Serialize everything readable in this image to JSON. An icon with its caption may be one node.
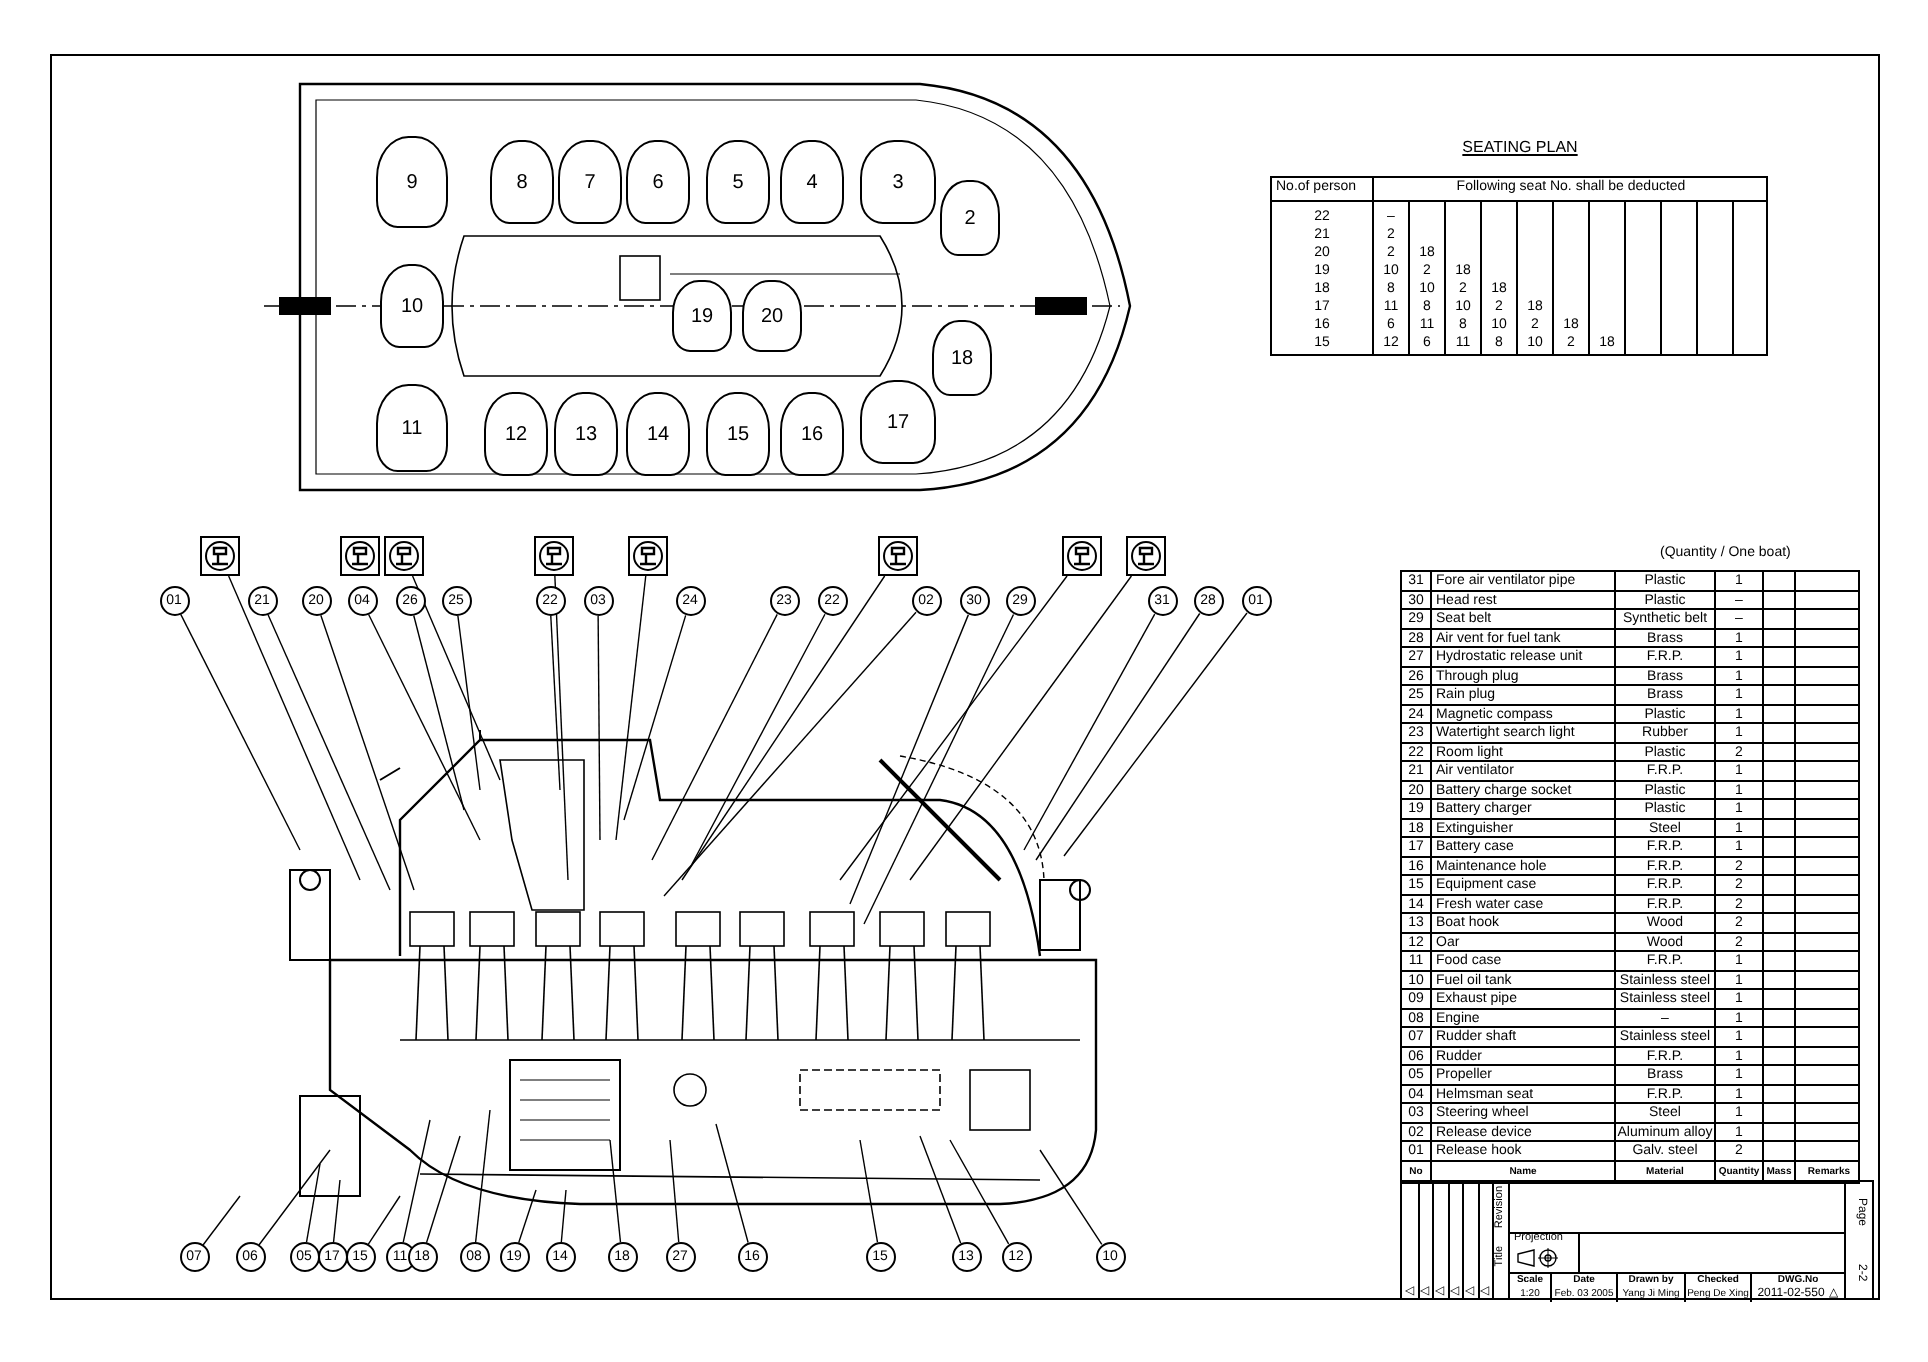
{
  "diagram": {
    "nodes": [
      {
        "text": [
          "9"
        ]
      },
      {
        "text": [
          "8"
        ]
      },
      {
        "text": [
          "7"
        ]
      },
      {
        "text": [
          "6"
        ]
      },
      {
        "text": [
          "5"
        ]
      },
      {
        "text": [
          "4"
        ]
      },
      {
        "text": [
          "3"
        ]
      },
      {
        "text": [
          "2"
        ]
      },
      {
        "text": [
          "10"
        ]
      },
      {
        "text": [
          "19"
        ]
      },
      {
        "text": [
          "20"
        ]
      },
      {
        "text": [
          "18"
        ]
      },
      {
        "text": [
          "11"
        ]
      },
      {
        "text": [
          "12"
        ]
      },
      {
        "text": [
          "13"
        ]
      },
      {
        "text": [
          "14"
        ]
      },
      {
        "text": [
          "15"
        ]
      },
      {
        "text": [
          "16"
        ]
      },
      {
        "text": [
          "17"
        ]
      },
      {
        "text": [],
        "shape": "picture"
      },
      {
        "text": [],
        "shape": "picture"
      },
      {
        "text": [],
        "shape": "picture"
      },
      {
        "text": [],
        "shape": "picture"
      },
      {
        "text": [],
        "shape": "picture"
      },
      {
        "text": [],
        "shape": "picture"
      },
      {
        "text": [],
        "shape": "picture"
      },
      {
        "text": [],
        "shape": "picture"
      },
      {
        "text": [
          "01"
        ]
      },
      {
        "text": [
          "21"
        ]
      },
      {
        "text": [
          "20"
        ]
      },
      {
        "text": [
          "04"
        ]
      },
      {
        "text": [
          "26"
        ]
      },
      {
        "text": [
          "25"
        ]
      },
      {
        "text": [
          "22"
        ]
      },
      {
        "text": [
          "03"
        ]
      },
      {
        "text": [
          "24"
        ]
      },
      {
        "text": [
          "23"
        ]
      },
      {
        "text": [
          "22"
        ]
      },
      {
        "text": [
          "02"
        ]
      },
      {
        "text": [
          "30"
        ]
      },
      {
        "text": [
          "29"
        ]
      },
      {
        "text": [
          "31"
        ]
      },
      {
        "text": [
          "28"
        ]
      },
      {
        "text": [
          "01"
        ]
      },
      {
        "text": [
          "07"
        ]
      },
      {
        "text": [
          "06"
        ]
      },
      {
        "text": [
          "05"
        ]
      },
      {
        "text": [
          "17"
        ]
      },
      {
        "text": [
          "15"
        ]
      },
      {
        "text": [
          "11"
        ]
      },
      {
        "text": [
          "18"
        ]
      },
      {
        "text": [
          "08"
        ]
      },
      {
        "text": [
          "19"
        ]
      },
      {
        "text": [
          "14"
        ]
      },
      {
        "text": [
          "18"
        ]
      },
      {
        "text": [
          "27"
        ]
      },
      {
        "text": [
          "16"
        ]
      },
      {
        "text": [
          "15"
        ]
      },
      {
        "text": [
          "13"
        ]
      },
      {
        "text": [
          "12"
        ]
      },
      {
        "text": [
          "10"
        ]
      }
    ],
    "edges": [
      {
        "from": 19,
        "to": null,
        "arrow": "none"
      },
      {
        "from": 21,
        "to": null,
        "arrow": "none"
      },
      {
        "from": 22,
        "to": null,
        "arrow": "none"
      },
      {
        "from": 23,
        "to": null,
        "arrow": "none"
      },
      {
        "from": 24,
        "to": null,
        "arrow": "none"
      },
      {
        "from": 25,
        "to": null,
        "arrow": "none"
      },
      {
        "from": 26,
        "to": null,
        "arrow": "none"
      },
      {
        "from": 27,
        "to": null,
        "arrow": "none"
      },
      {
        "from": 28,
        "to": null,
        "arrow": "none"
      },
      {
        "from": 29,
        "to": null,
        "arrow": "none"
      },
      {
        "from": 30,
        "to": null,
        "arrow": "none"
      },
      {
        "from": 31,
        "to": null,
        "arrow": "none"
      },
      {
        "from": 32,
        "to": null,
        "arrow": "none"
      },
      {
        "from": 33,
        "to": null,
        "arrow": "none"
      },
      {
        "from": 34,
        "to": null,
        "arrow": "none"
      },
      {
        "from": 35,
        "to": null,
        "arrow": "none"
      },
      {
        "from": 36,
        "to": null,
        "arrow": "none"
      },
      {
        "from": 37,
        "to": null,
        "arrow": "none"
      },
      {
        "from": 38,
        "to": null,
        "arrow": "none"
      },
      {
        "from": 39,
        "to": null,
        "arrow": "none"
      },
      {
        "from": 40,
        "to": null,
        "arrow": "none"
      },
      {
        "from": 41,
        "to": null,
        "arrow": "none"
      },
      {
        "from": 42,
        "to": null,
        "arrow": "none"
      },
      {
        "from": 43,
        "to": null,
        "arrow": "none"
      },
      {
        "from": 44,
        "to": null,
        "arrow": "none"
      },
      {
        "from": 45,
        "to": null,
        "arrow": "none"
      },
      {
        "from": 46,
        "to": null,
        "arrow": "none"
      },
      {
        "from": 47,
        "to": null,
        "arrow": "none"
      },
      {
        "from": 48,
        "to": null,
        "arrow": "none"
      },
      {
        "from": 49,
        "to": null,
        "arrow": "none"
      },
      {
        "from": 50,
        "to": null,
        "arrow": "none"
      },
      {
        "from": 51,
        "to": null,
        "arrow": "none"
      },
      {
        "from": 52,
        "to": null,
        "arrow": "none"
      },
      {
        "from": 53,
        "to": null,
        "arrow": "none"
      },
      {
        "from": 54,
        "to": null,
        "arrow": "none"
      },
      {
        "from": 55,
        "to": null,
        "arrow": "none"
      },
      {
        "from": 56,
        "to": null,
        "arrow": "none"
      },
      {
        "from": 57,
        "to": null,
        "arrow": "none"
      },
      {
        "from": 58,
        "to": null,
        "arrow": "none"
      },
      {
        "from": 59,
        "to": null,
        "arrow": "none"
      },
      {
        "from": 60,
        "to": null,
        "arrow": "none"
      }
    ],
    "labels": [
      "SEATING PLAN",
      "No.of person",
      "Following seat No. shall be deducted",
      "22",
      "–",
      "21",
      "2",
      "20",
      "2",
      "18",
      "19",
      "10",
      "2",
      "18",
      "18",
      "8",
      "10",
      "2",
      "18",
      "17",
      "11",
      "8",
      "10",
      "2",
      "18",
      "16",
      "6",
      "11",
      "8",
      "10",
      "2",
      "18",
      "15",
      "12",
      "6",
      "11",
      "8",
      "10",
      "2",
      "18",
      "(Quantity / One boat)",
      "31",
      "Fore air ventilator pipe",
      "Plastic",
      "1",
      "30",
      "Head rest",
      "Plastic",
      "–",
      "29",
      "Seat belt",
      "Synthetic belt",
      "–",
      "28",
      "Air vent for fuel tank",
      "Brass",
      "1",
      "27",
      "Hydrostatic release unit",
      "F.R.P.",
      "1",
      "26",
      "Through plug",
      "Brass",
      "1",
      "25",
      "Rain plug",
      "Brass",
      "1",
      "24",
      "Magnetic compass",
      "Plastic",
      "1",
      "23",
      "Watertight search light",
      "Rubber",
      "1",
      "22",
      "Room light",
      "Plastic",
      "2",
      "21",
      "Air ventilator",
      "F.R.P.",
      "1",
      "20",
      "Battery charge socket",
      "Plastic",
      "1",
      "19",
      "Battery charger",
      "Plastic",
      "1",
      "18",
      "Extinguisher",
      "Steel",
      "1",
      "17",
      "Battery case",
      "F.R.P.",
      "1",
      "16",
      "Maintenance hole",
      "F.R.P.",
      "2",
      "15",
      "Equipment case",
      "F.R.P.",
      "2",
      "14",
      "Fresh water case",
      "F.R.P.",
      "2",
      "13",
      "Boat hook",
      "Wood",
      "2",
      "12",
      "Oar",
      "Wood",
      "2",
      "11",
      "Food case",
      "F.R.P.",
      "1",
      "10",
      "Fuel oil tank",
      "Stainless steel",
      "1",
      "09",
      "Exhaust pipe",
      "Stainless steel",
      "1",
      "08",
      "Engine",
      "–",
      "1",
      "07",
      "Rudder shaft",
      "Stainless steel",
      "1",
      "06",
      "Rudder",
      "F.R.P.",
      "1",
      "05",
      "Propeller",
      "Brass",
      "1",
      "04",
      "Helmsman seat",
      "F.R.P.",
      "1",
      "03",
      "Steering wheel",
      "Steel",
      "1",
      "02",
      "Release device",
      "Aluminum alloy",
      "1",
      "01",
      "Release hook",
      "Galv. steel",
      "2",
      "No",
      "Name",
      "Material",
      "Quantity",
      "Mass",
      "Remarks",
      "Revision",
      "Title",
      "Projection",
      "Scale",
      "Date",
      "Drawn by",
      "Checked",
      "DWG.No",
      "◁",
      "◁",
      "◁",
      "◁",
      "◁",
      "◁",
      "1:20",
      "Feb. 03 2005",
      "Yang Ji Ming",
      "Peng De Xing",
      "2011-02-550",
      "△",
      "Page",
      "2-2"
    ]
  }
}
